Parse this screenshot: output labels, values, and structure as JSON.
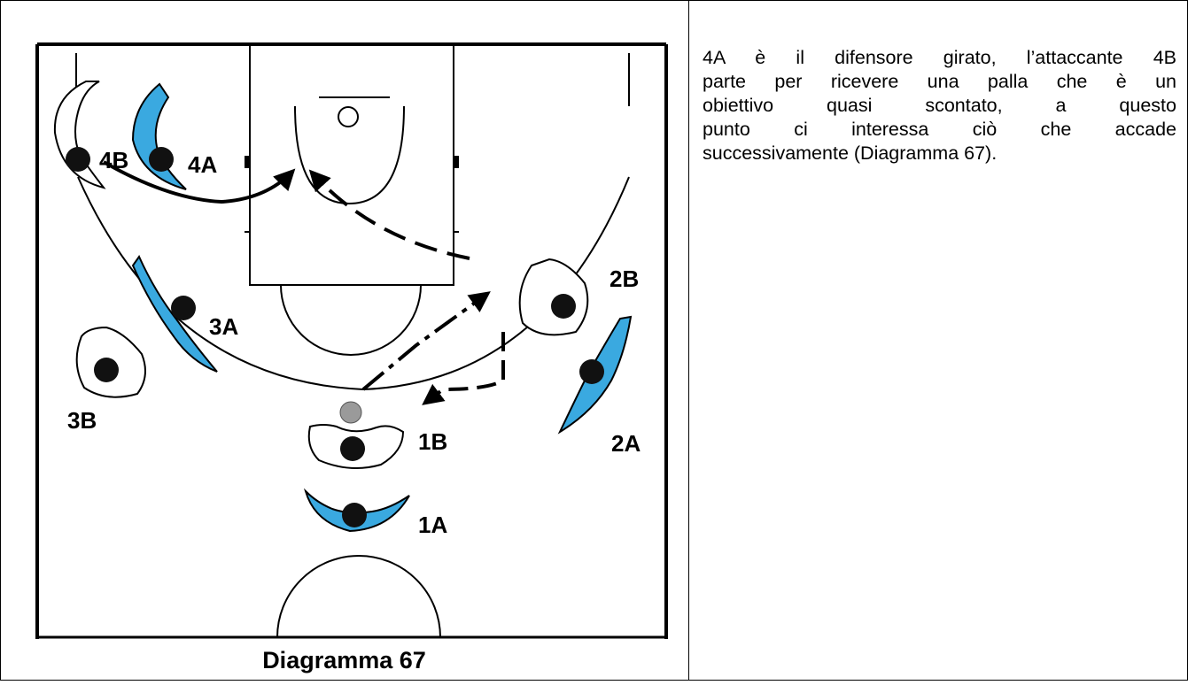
{
  "diagram": {
    "caption": "Diagramma 67",
    "players": {
      "p4B": "4B",
      "p4A": "4A",
      "p3A": "3A",
      "p3B": "3B",
      "p2B": "2B",
      "p2A": "2A",
      "p1B": "1B",
      "p1A": "1A"
    },
    "colors": {
      "defender_fill": "#3aa9e0",
      "player_dot": "#111111",
      "ball": "#9a9a9a",
      "lines": "#000000"
    }
  },
  "description": {
    "lines": [
      "4A è il difensore girato, l’attaccante 4B",
      "parte per ricevere una palla che è un",
      "obiettivo quasi scontato, a questo",
      "punto  ci interessa ciò che accade",
      "successivamente (Diagramma 67)."
    ]
  }
}
